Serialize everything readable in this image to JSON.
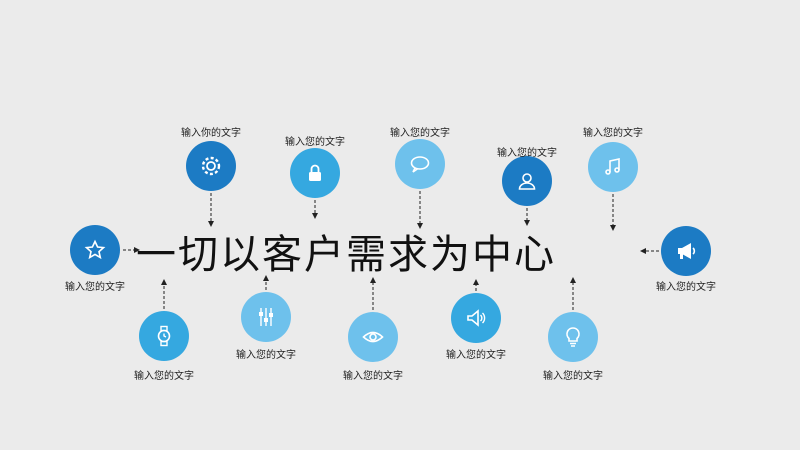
{
  "title": "一切以客户需求为中心",
  "colors": {
    "dark": "#1c7bc4",
    "mid": "#35a8e0",
    "light": "#6ec1ec",
    "background": "#ebebeb"
  },
  "nodes": [
    {
      "id": "settings",
      "icon": "gear-icon",
      "label": "输入你的文字",
      "tone": "dark"
    },
    {
      "id": "lock",
      "icon": "lock-icon",
      "label": "输入您的文字",
      "tone": "mid"
    },
    {
      "id": "chat",
      "icon": "chat-bubble-icon",
      "label": "输入您的文字",
      "tone": "light"
    },
    {
      "id": "user",
      "icon": "user-icon",
      "label": "输入您的文字",
      "tone": "dark"
    },
    {
      "id": "music",
      "icon": "music-note-icon",
      "label": "输入您的文字",
      "tone": "light"
    },
    {
      "id": "star",
      "icon": "star-icon",
      "label": "输入您的文字",
      "tone": "dark"
    },
    {
      "id": "megaphone",
      "icon": "megaphone-icon",
      "label": "输入您的文字",
      "tone": "dark"
    },
    {
      "id": "watch",
      "icon": "watch-icon",
      "label": "输入您的文字",
      "tone": "mid"
    },
    {
      "id": "sliders",
      "icon": "sliders-icon",
      "label": "输入您的文字",
      "tone": "light"
    },
    {
      "id": "eye",
      "icon": "eye-icon",
      "label": "输入您的文字",
      "tone": "light"
    },
    {
      "id": "sound",
      "icon": "speaker-icon",
      "label": "输入您的文字",
      "tone": "mid"
    },
    {
      "id": "bulb",
      "icon": "lightbulb-icon",
      "label": "输入您的文字",
      "tone": "light"
    }
  ]
}
